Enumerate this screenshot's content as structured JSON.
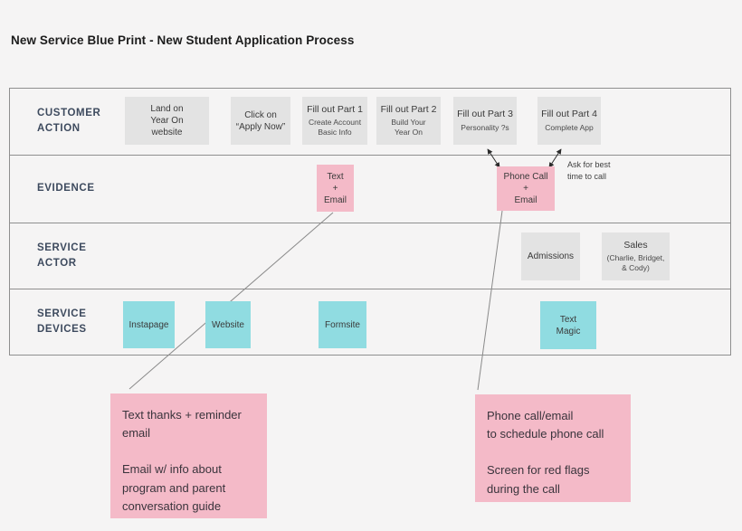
{
  "title": "New Service Blue Print - New Student Application Process",
  "row_labels": {
    "customer_action": "CUSTOMER\nACTION",
    "evidence": "EVIDENCE",
    "service_actor": "SERVICE\nACTOR",
    "service_devices": "SERVICE\nDEVICES"
  },
  "customer_action": [
    {
      "title": "Land on\nYear On\nwebsite",
      "subtitle": ""
    },
    {
      "title": "Click on\n“Apply Now”",
      "subtitle": ""
    },
    {
      "title": "Fill out Part 1",
      "subtitle": "Create Account\nBasic Info"
    },
    {
      "title": "Fill out Part 2",
      "subtitle": "Build Your\nYear On"
    },
    {
      "title": "Fill out Part 3",
      "subtitle": "Personality ?s"
    },
    {
      "title": "Fill out Part 4",
      "subtitle": "Complete App"
    }
  ],
  "evidence": {
    "text_email": "Text\n+\nEmail",
    "phone_call_email": "Phone Call\n+\nEmail",
    "ask_note": "Ask for best\ntime to call"
  },
  "service_actor": [
    {
      "title": "Admissions",
      "subtitle": ""
    },
    {
      "title": "Sales",
      "subtitle": "(Charlie, Bridget,\n& Cody)"
    }
  ],
  "service_devices": [
    "Instapage",
    "Website",
    "Formsite",
    "Text\nMagic"
  ],
  "annotations": {
    "left": "Text thanks + reminder\nemail\n\nEmail w/ info about\nprogram and parent\nconversation guide",
    "right": "Phone call/email\nto schedule phone call\n\nScreen for red flags\nduring the call"
  },
  "colors": {
    "background": "#f5f4f4",
    "gray_box": "#e3e3e3",
    "pink_box": "#f4bac8",
    "teal_box": "#90dce1",
    "row_label_text": "#3d4a5e",
    "table_border": "#8f8f8f",
    "connector_line": "#8a8a8a",
    "arrow": "#2b2b2b"
  }
}
